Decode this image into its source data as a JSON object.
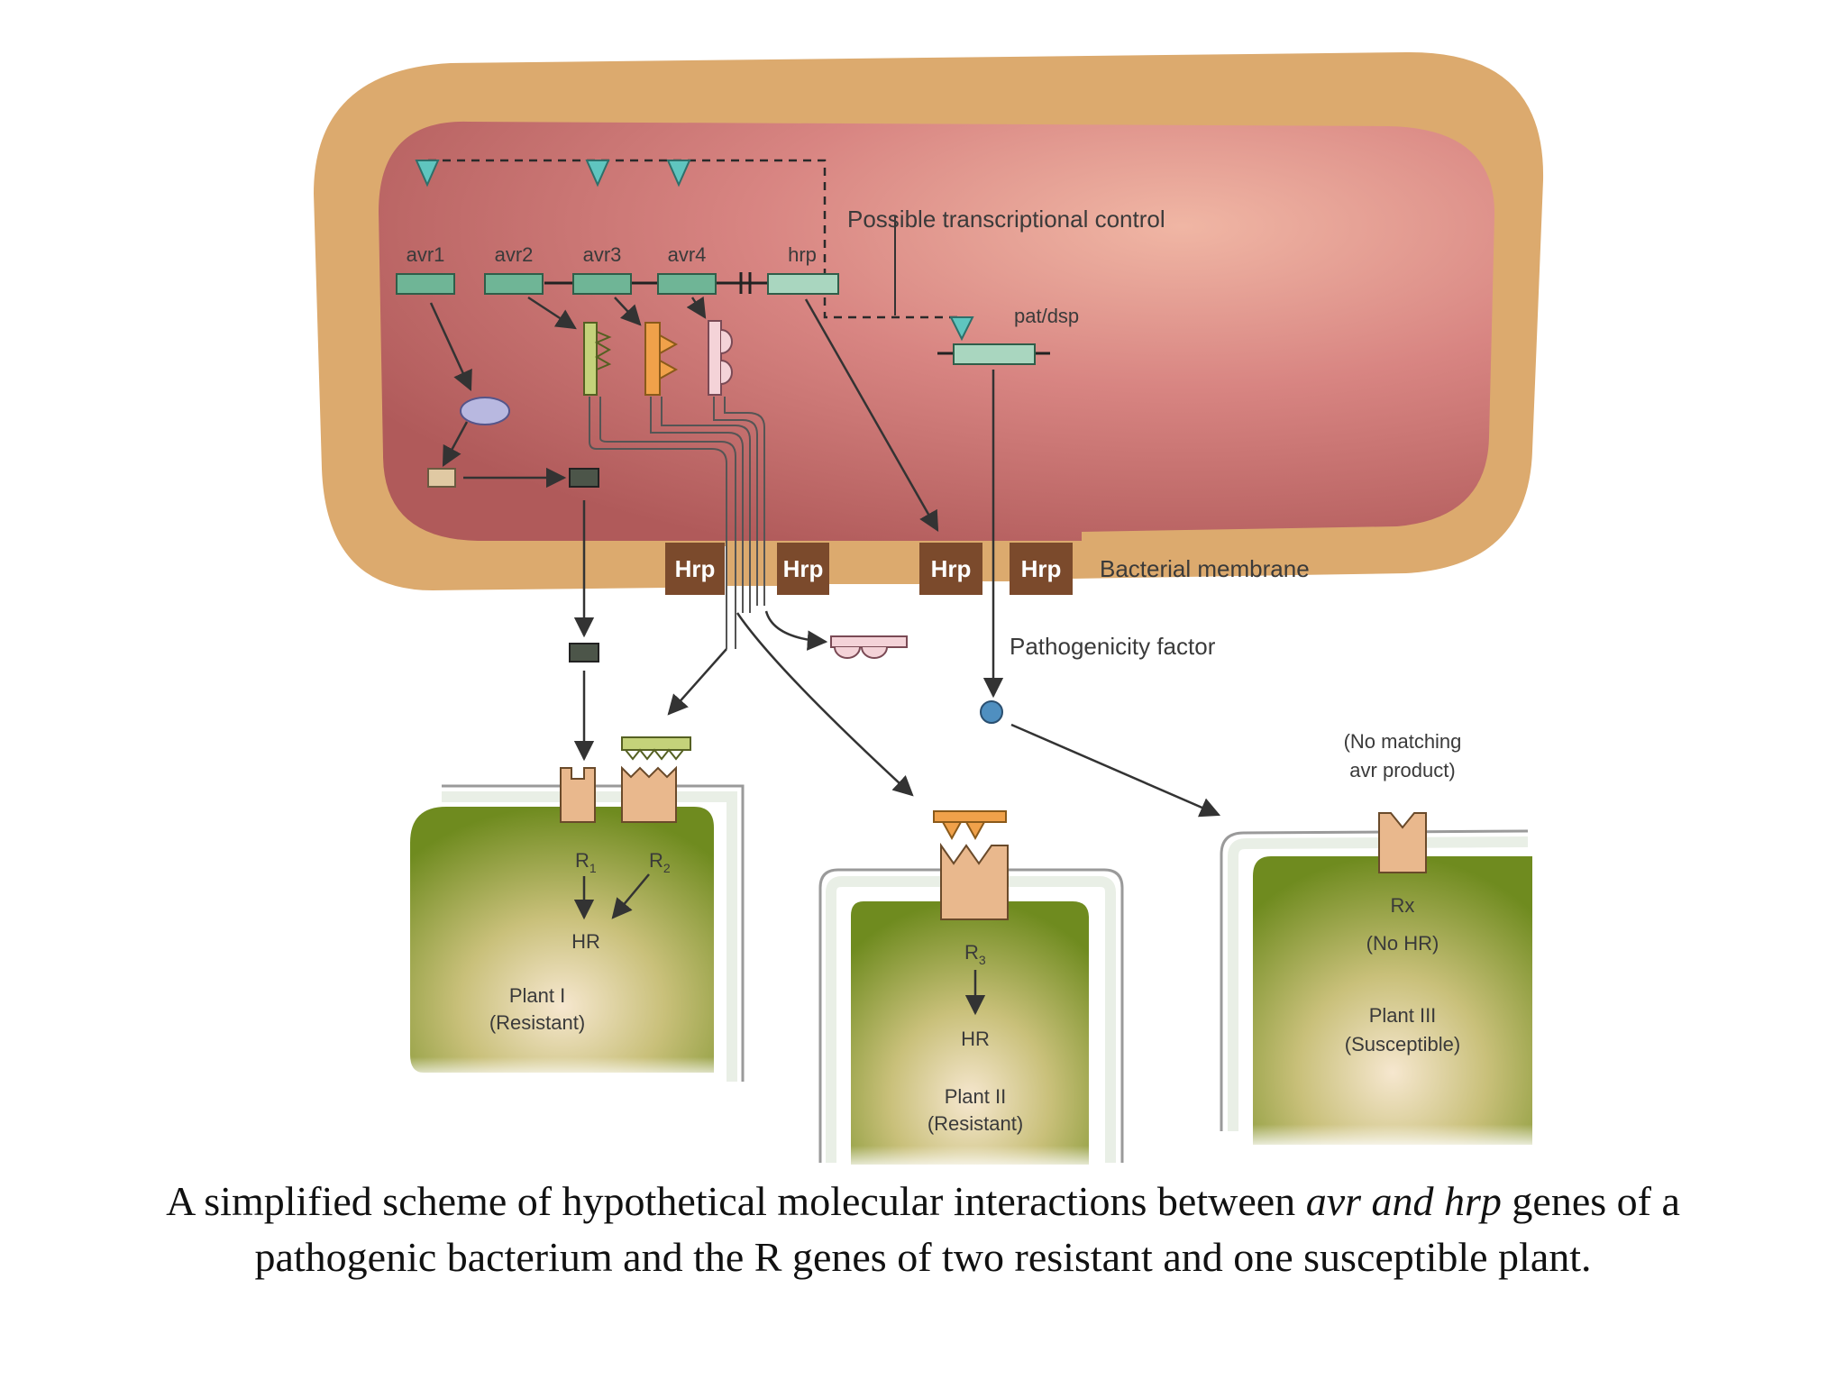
{
  "genes": {
    "avr1": "avr1",
    "avr2": "avr2",
    "avr3": "avr3",
    "avr4": "avr4",
    "hrp": "hrp"
  },
  "labels": {
    "transcriptional_control": "Possible transcriptional control",
    "pat_dsp": "pat/dsp",
    "bacterial_membrane": "Bacterial membrane",
    "pathogenicity_factor": "Pathogenicity factor",
    "hrp_channel": "Hrp"
  },
  "plant1": {
    "r1_main": "R",
    "r1_sub": "1",
    "r2_main": "R",
    "r2_sub": "2",
    "hr": "HR",
    "name": "Plant I",
    "status": "(Resistant)"
  },
  "plant2": {
    "r3_main": "R",
    "r3_sub": "3",
    "hr": "HR",
    "name": "Plant II",
    "status": "(Resistant)"
  },
  "plant3": {
    "no_match_line1": "(No matching",
    "no_match_line2": "avr product)",
    "rx": "Rx",
    "no_hr": "(No HR)",
    "name": "Plant III",
    "status": "(Susceptible)"
  },
  "caption": {
    "part1": "A simplified scheme of hypothetical molecular interactions between ",
    "part2_italic": "avr and hrp",
    "part3": " genes of a pathogenic bacterium and the R genes of two resistant and one susceptible plant."
  },
  "colors": {
    "cell_wall": "#dcaa6e",
    "cytoplasm": "#cf7a78",
    "gene": "#6fb596",
    "hrp_gene": "#a9d6bf",
    "hrp_channel": "#7b4a2c",
    "triangle": "#5fc5bf",
    "plant_green": "#7f9a2a",
    "receptor": "#e9b88d"
  }
}
